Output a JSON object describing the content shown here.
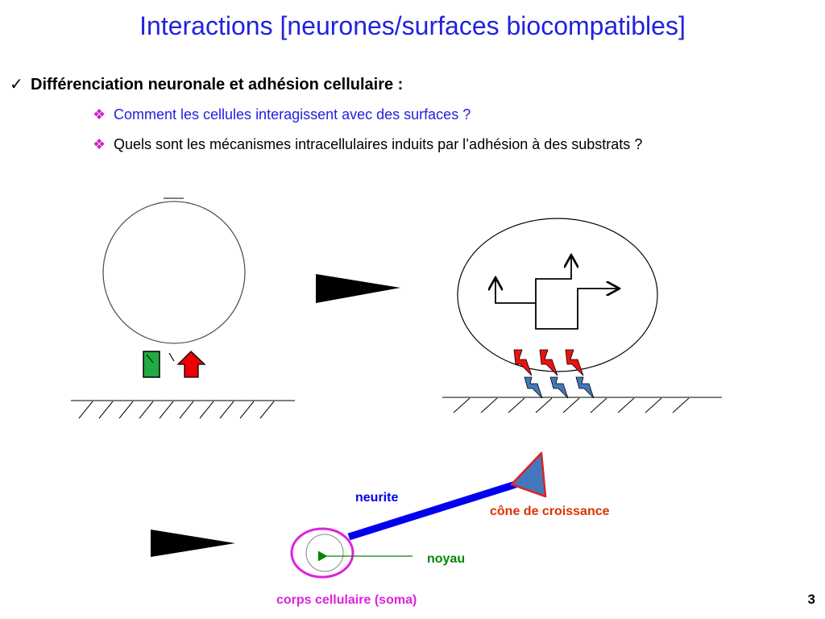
{
  "slide": {
    "title": "Interactions  [neurones/surfaces biocompatibles]",
    "bullet": {
      "marker": "✓",
      "text": "Différenciation neuronale et adhésion cellulaire :"
    },
    "sub_items": [
      {
        "marker": "❖",
        "text": "Comment les cellules interagissent avec des surfaces ?"
      },
      {
        "marker": "❖",
        "text": "Quels sont les mécanismes intracellulaires induits par l’adhésion à des substrats ?"
      }
    ],
    "labels": {
      "neurite": "neurite",
      "cone": "cône de croissance",
      "noyau": "noyau",
      "soma": "corps cellulaire (soma)"
    },
    "page_number": "3"
  },
  "colors": {
    "title": "#2222dd",
    "neurite": "#0000ee",
    "cone_fill": "#4477bb",
    "cone_outline": "#dd2222",
    "cone_label": "#dd3300",
    "noyau": "#008800",
    "soma": "#dd22dd",
    "green_receptor": "#22aa44",
    "red_receptor": "#ee0000"
  }
}
